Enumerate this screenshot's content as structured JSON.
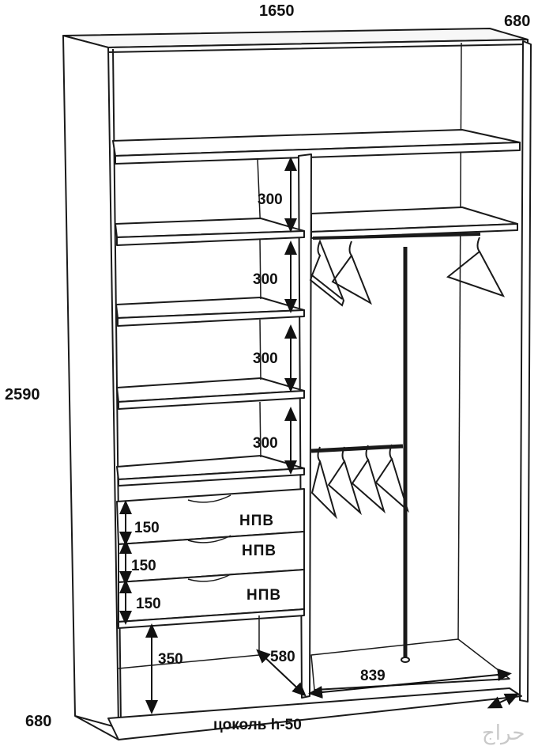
{
  "labels": {
    "total_width": "1650",
    "depth_top": "680",
    "height": "2590",
    "depth_bottom": "680",
    "shelf_gaps": [
      "300",
      "300",
      "300",
      "300"
    ],
    "drawer_heights": [
      "150",
      "150",
      "150"
    ],
    "drawer_tags": [
      "НПВ",
      "НПВ",
      "НПВ"
    ],
    "bottom_section_height": "350",
    "bottom_section_depth": "580",
    "right_section_width": "839",
    "plinth": "цоколь h-50"
  },
  "watermark": "حراج",
  "colors": {
    "line": "#1a1a1a",
    "panel": "#ffffff",
    "shade": "#f2f2f2",
    "watermark": "#c9c9c9"
  }
}
